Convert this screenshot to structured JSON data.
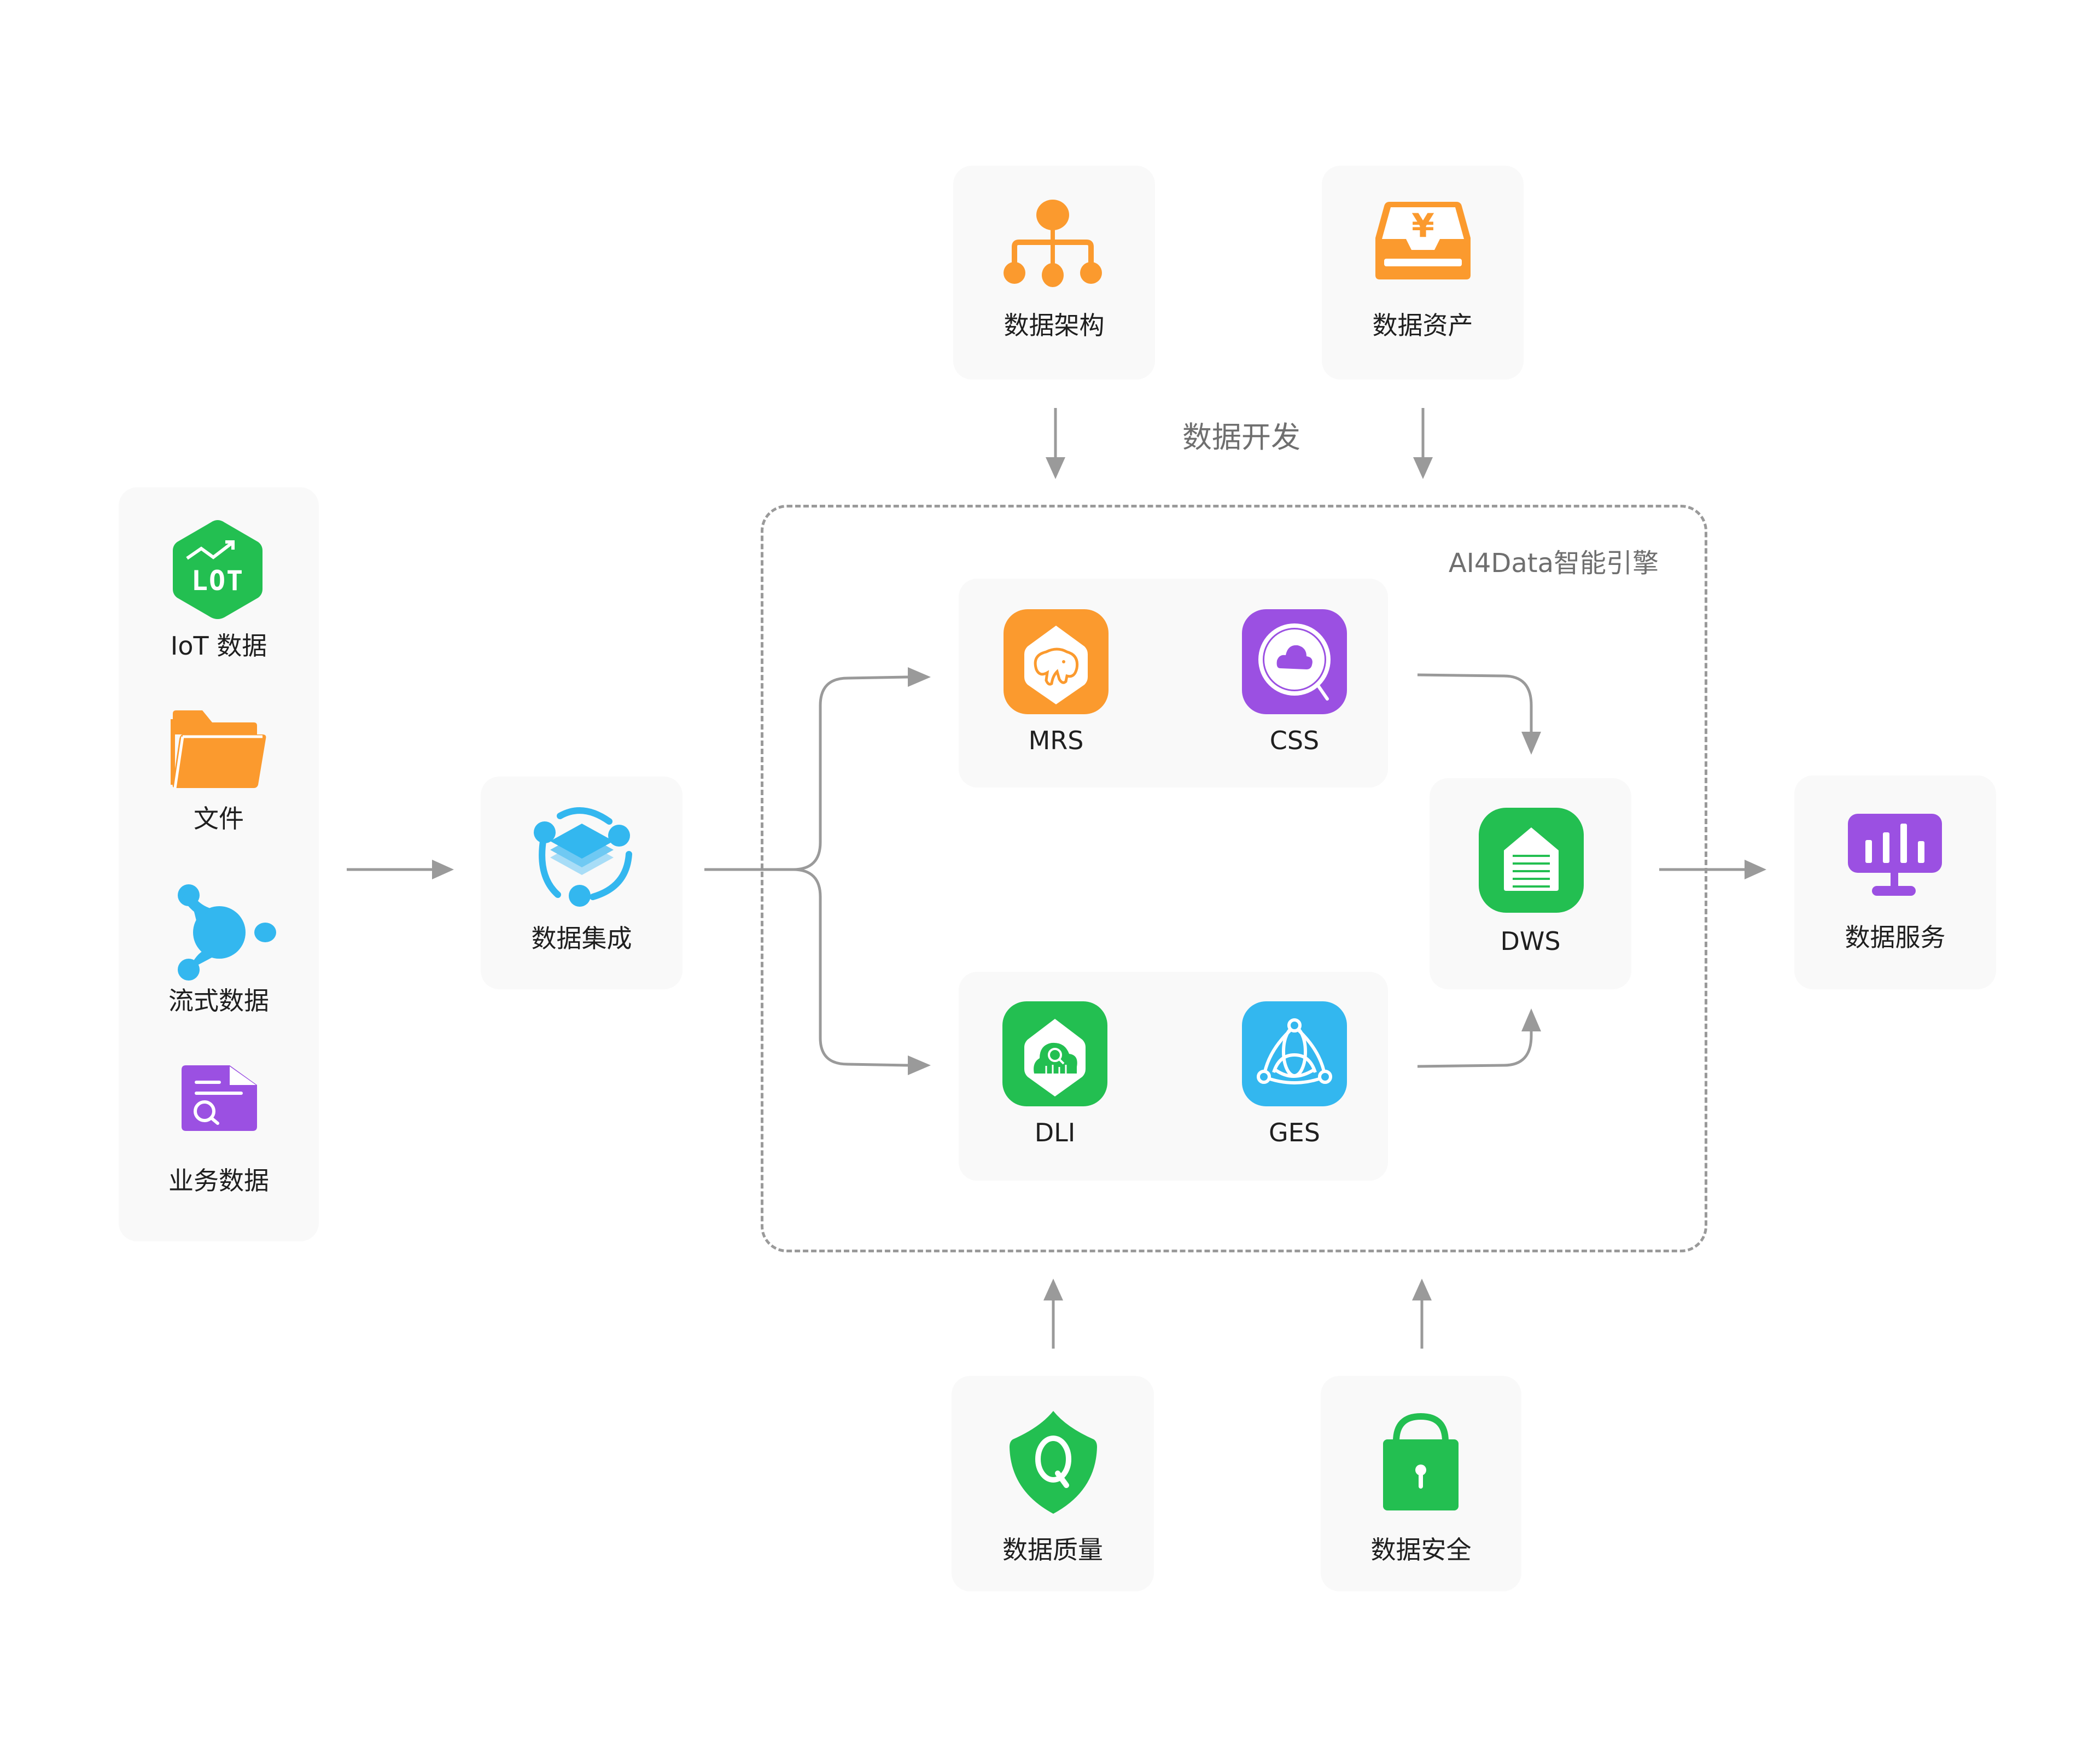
{
  "sources": {
    "items": [
      {
        "label": "IoT 数据",
        "icon": "iot-icon",
        "color": "#23bf51"
      },
      {
        "label": "文件",
        "icon": "folder-icon",
        "color": "#fb9a2e"
      },
      {
        "label": "流式数据",
        "icon": "stream-icon",
        "color": "#33b7ef"
      },
      {
        "label": "业务数据",
        "icon": "business-doc-icon",
        "color": "#9b50e2"
      }
    ]
  },
  "integration": {
    "label": "数据集成",
    "icon": "data-integration-icon",
    "color": "#33b7ef"
  },
  "top": {
    "architecture": {
      "label": "数据架构",
      "icon": "hierarchy-icon",
      "color": "#fb9a2e"
    },
    "assets": {
      "label": "数据资产",
      "icon": "asset-tray-icon",
      "color": "#fb9a2e"
    },
    "development_label": "数据开发"
  },
  "engine": {
    "title": "AI4Data智能引擎",
    "upper": [
      {
        "label": "MRS",
        "icon": "mrs-elephant-icon",
        "color": "#fb9a2e"
      },
      {
        "label": "CSS",
        "icon": "css-search-cloud-icon",
        "color": "#9b50e2"
      }
    ],
    "lower": [
      {
        "label": "DLI",
        "icon": "dli-cloud-icon",
        "color": "#23bf51"
      },
      {
        "label": "GES",
        "icon": "ges-graph-icon",
        "color": "#33b7ef"
      }
    ],
    "dws": {
      "label": "DWS",
      "icon": "dws-warehouse-icon",
      "color": "#23bf51"
    }
  },
  "service": {
    "label": "数据服务",
    "icon": "data-service-monitor-icon",
    "color": "#9b50e2"
  },
  "bottom": {
    "quality": {
      "label": "数据质量",
      "icon": "quality-shield-icon",
      "color": "#23bf51"
    },
    "security": {
      "label": "数据安全",
      "icon": "security-lock-icon",
      "color": "#23bf51"
    }
  },
  "colors": {
    "arrow": "#9a9a9a",
    "card": "#f9f9f9"
  }
}
